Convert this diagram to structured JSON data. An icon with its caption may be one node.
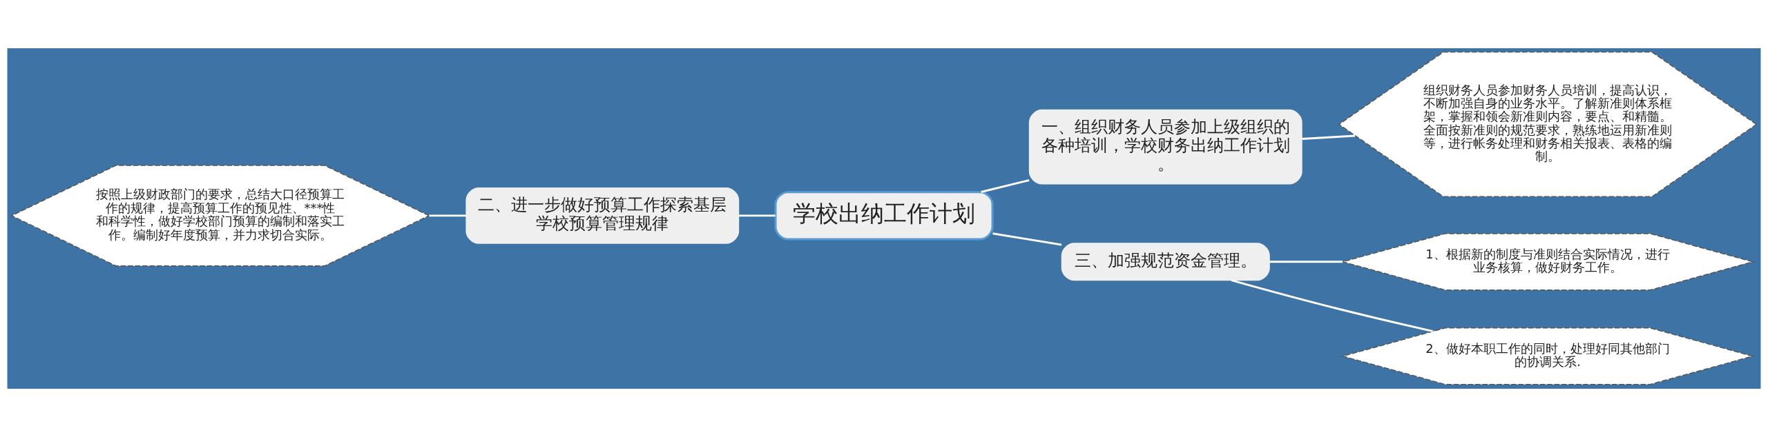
{
  "diagram": {
    "nodes": [
      {
        "text": [
          "学校出纳工作计划"
        ]
      },
      {
        "text": [
          "二、进一步做好预算工作探索基层学校预算管理规律"
        ]
      },
      {
        "text": [
          "按照上级财政部门的要求，总结大口径预算工作的规律，提高预算工作的预见性、***性和科学性，做好学校部门预算的编制和落实工作。编制好年度预算，并力求切合实际。"
        ]
      },
      {
        "text": [
          "一、组织财务人员参加上级组织的各种培训，学校财务出纳工作计划。"
        ]
      },
      {
        "text": [
          "组织财务人员参加财务人员培训，提高认识，不断加强自身的业务水平。了解新准则体系框架，掌握和领会新准则内容，要点、和精髓。全面按新准则的规范要求，熟练地运用新准则等，进行帐务处理和财务相关报表、表格的编制。"
        ]
      },
      {
        "text": [
          "三、加强规范资金管理。"
        ]
      },
      {
        "text": [
          "1、根据新的制度与准则结合实际情况，进行业务核算，做好财务工作。"
        ]
      },
      {
        "text": [
          "2、做好本职工作的同时，处理好同其他部门的协调关系."
        ]
      }
    ],
    "edges": [
      {
        "from": 2,
        "to": 1,
        "arrow": "none"
      },
      {
        "from": 1,
        "to": 0,
        "arrow": "none"
      },
      {
        "from": 0,
        "to": 3,
        "arrow": "none"
      },
      {
        "from": 3,
        "to": 4,
        "arrow": "none"
      },
      {
        "from": 0,
        "to": 5,
        "arrow": "none"
      },
      {
        "from": 5,
        "to": 6,
        "arrow": "none"
      },
      {
        "from": 5,
        "to": 7,
        "arrow": "none"
      }
    ]
  }
}
